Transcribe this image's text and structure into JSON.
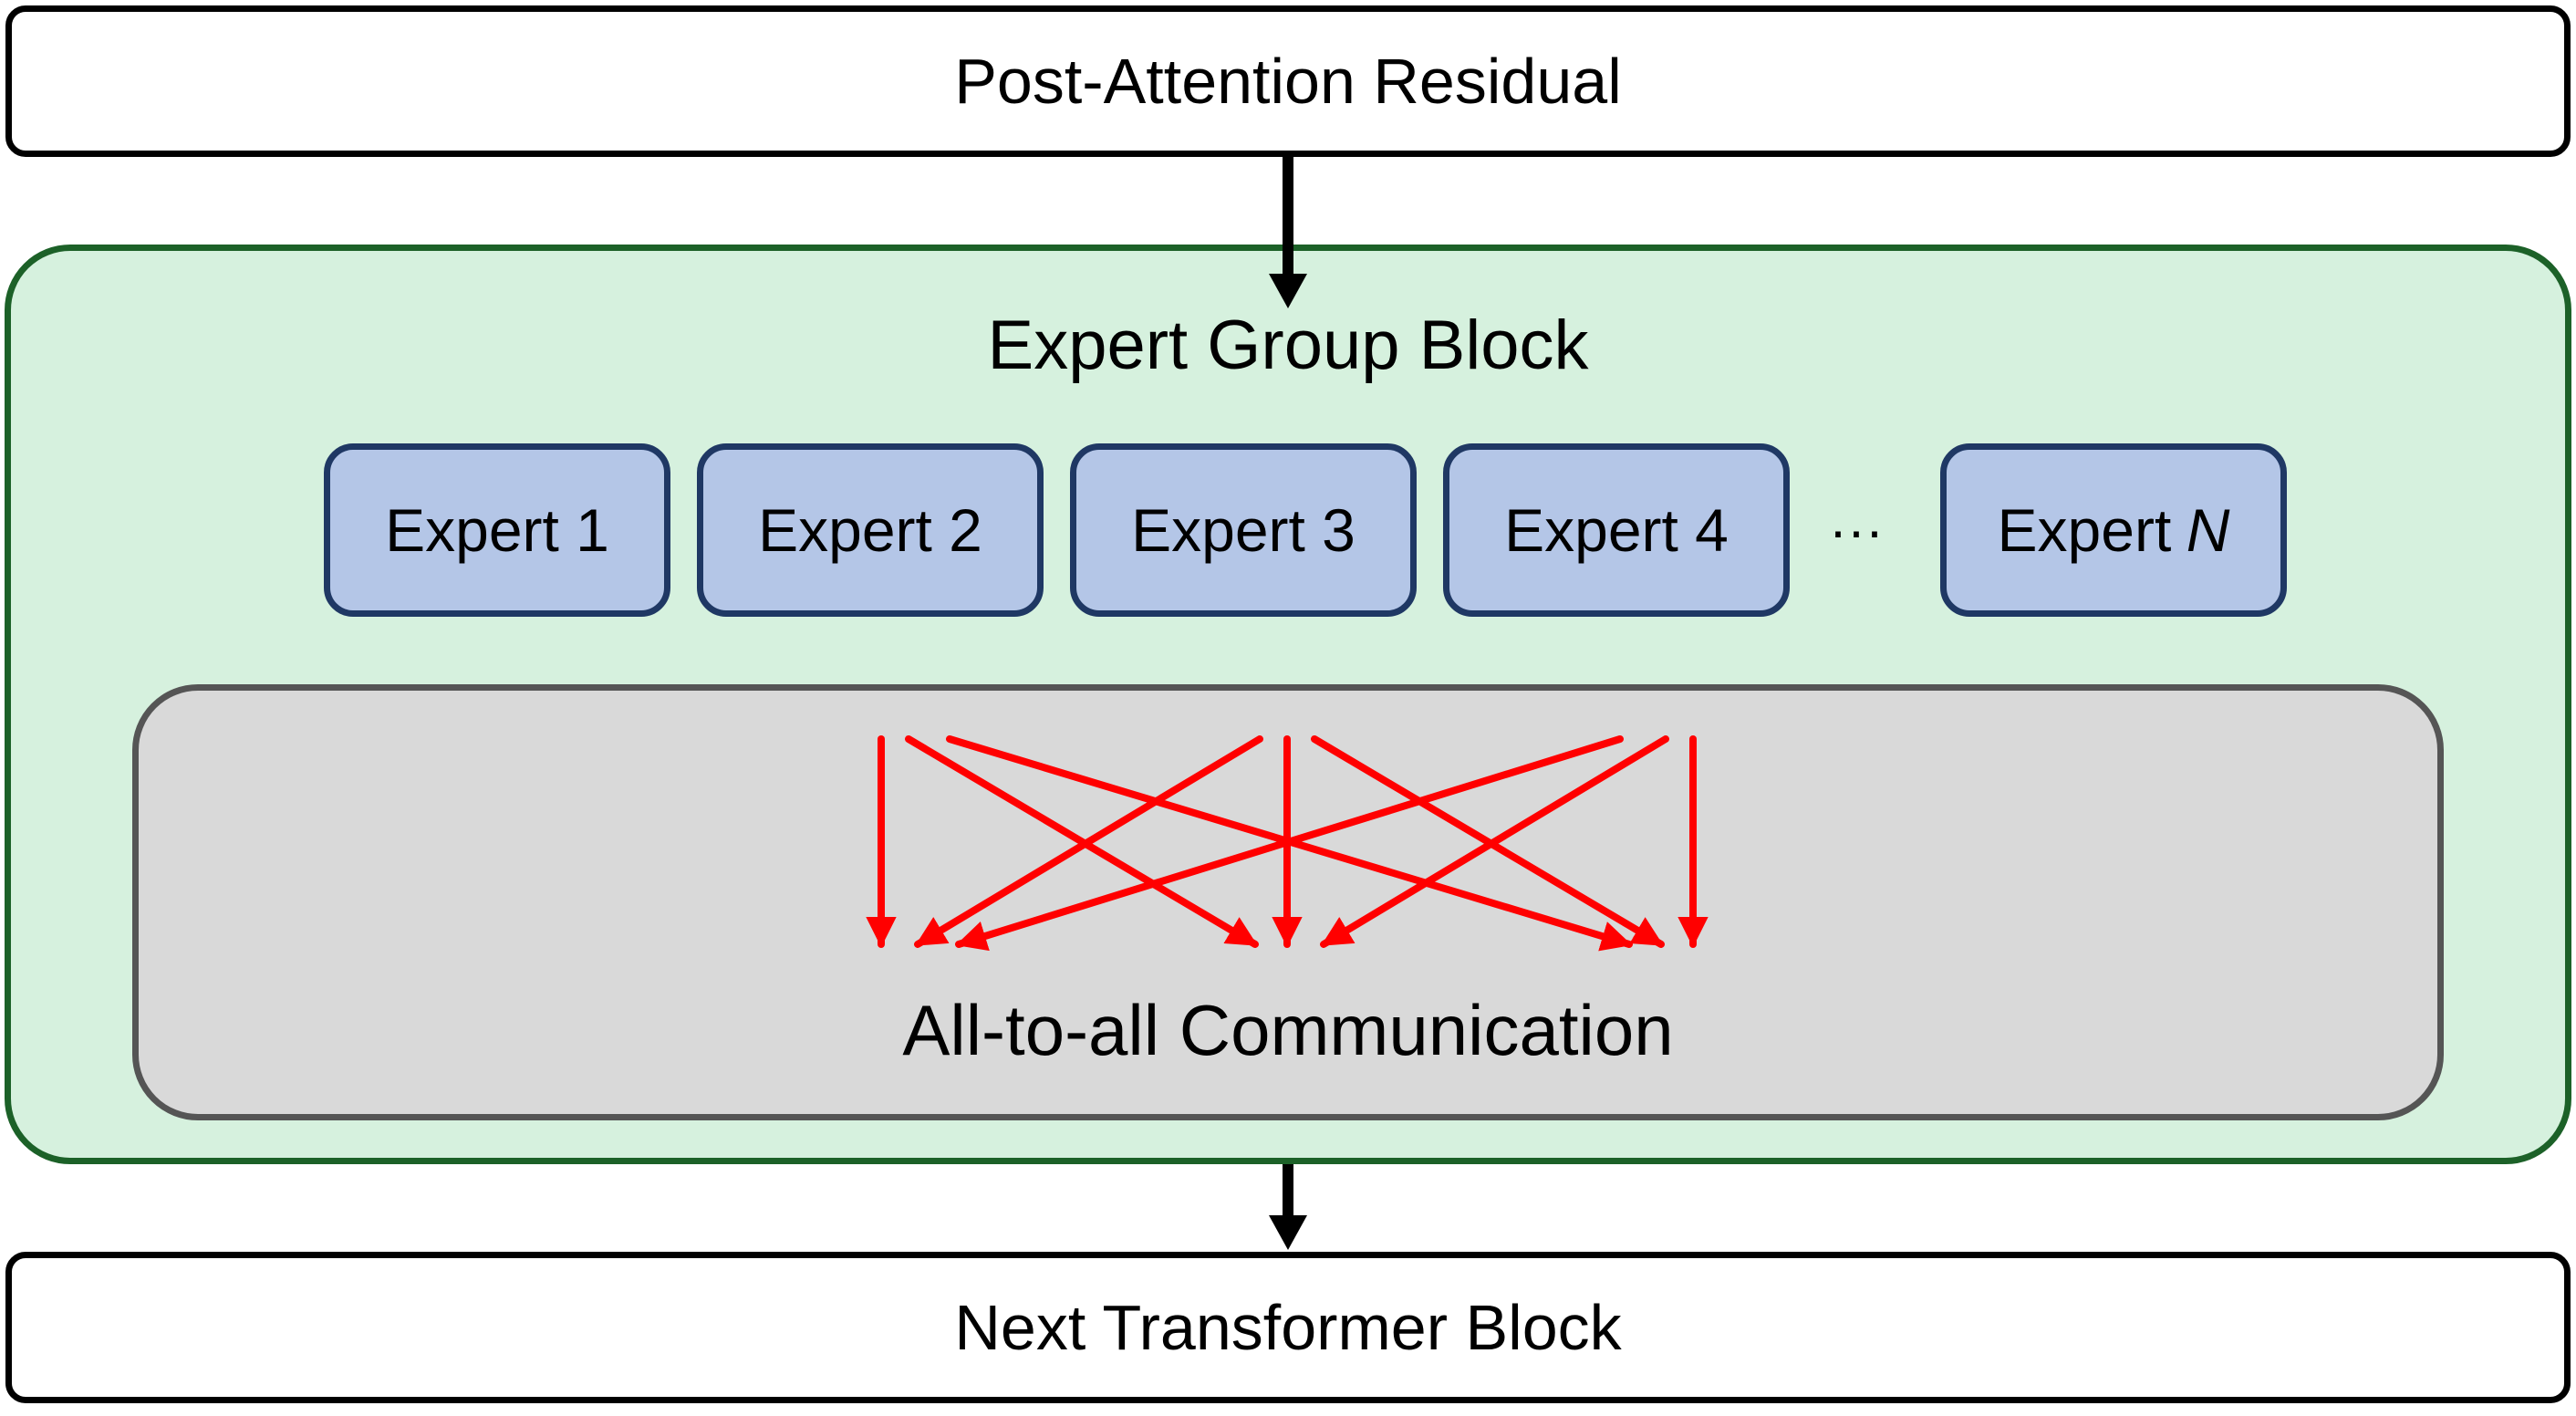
{
  "top": {
    "label": "Post-Attention Residual"
  },
  "group": {
    "title": "Expert Group Block",
    "experts": [
      {
        "label": "Expert 1"
      },
      {
        "label": "Expert 2"
      },
      {
        "label": "Expert 3"
      },
      {
        "label": "Expert 4"
      }
    ],
    "ellipsis": "···",
    "expert_n": {
      "prefix": "Expert",
      "var": "N"
    }
  },
  "communication": {
    "label": "All-to-all Communication"
  },
  "bottom": {
    "label": "Next Transformer Block"
  },
  "colors": {
    "group_fill": "#d6f1de",
    "group_border": "#1c6128",
    "expert_fill": "#b4c6e7",
    "expert_border": "#1f3864",
    "comm_fill": "#d9d9d9",
    "comm_border": "#555555",
    "comm_arrow": "#ff0000",
    "flow_arrow": "#000000"
  }
}
